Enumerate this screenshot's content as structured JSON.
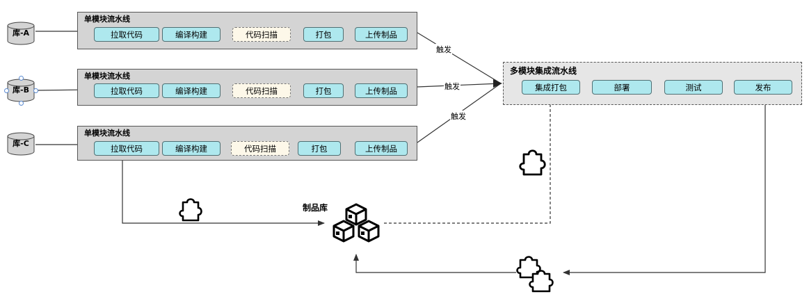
{
  "repos": [
    {
      "label": "库-A"
    },
    {
      "label": "库-B"
    },
    {
      "label": "库-C"
    }
  ],
  "pipelines": [
    {
      "title": "单模块流水线",
      "stages": [
        "拉取代码",
        "编译构建",
        "代码扫描",
        "打包",
        "上传制品"
      ]
    },
    {
      "title": "单模块流水线",
      "stages": [
        "拉取代码",
        "编译构建",
        "代码扫描",
        "打包",
        "上传制品"
      ]
    },
    {
      "title": "单模块流水线",
      "stages": [
        "拉取代码",
        "编译构建",
        "代码扫描",
        "打包",
        "上传制品"
      ]
    }
  ],
  "multi_pipeline": {
    "title": "多模块集成流水线",
    "stages": [
      "集成打包",
      "部署",
      "测试",
      "发布"
    ]
  },
  "trigger_label": "触发",
  "artifact_library": {
    "title": "制品库"
  },
  "icons": [
    "database-icon",
    "puzzle-piece-icon",
    "puzzle-pieces-icon",
    "cubes-icon"
  ],
  "colors": {
    "stage_fill": "#aee8ee",
    "scan_fill": "#fdf8e9",
    "pipeline_fill": "#d4d4d4"
  }
}
